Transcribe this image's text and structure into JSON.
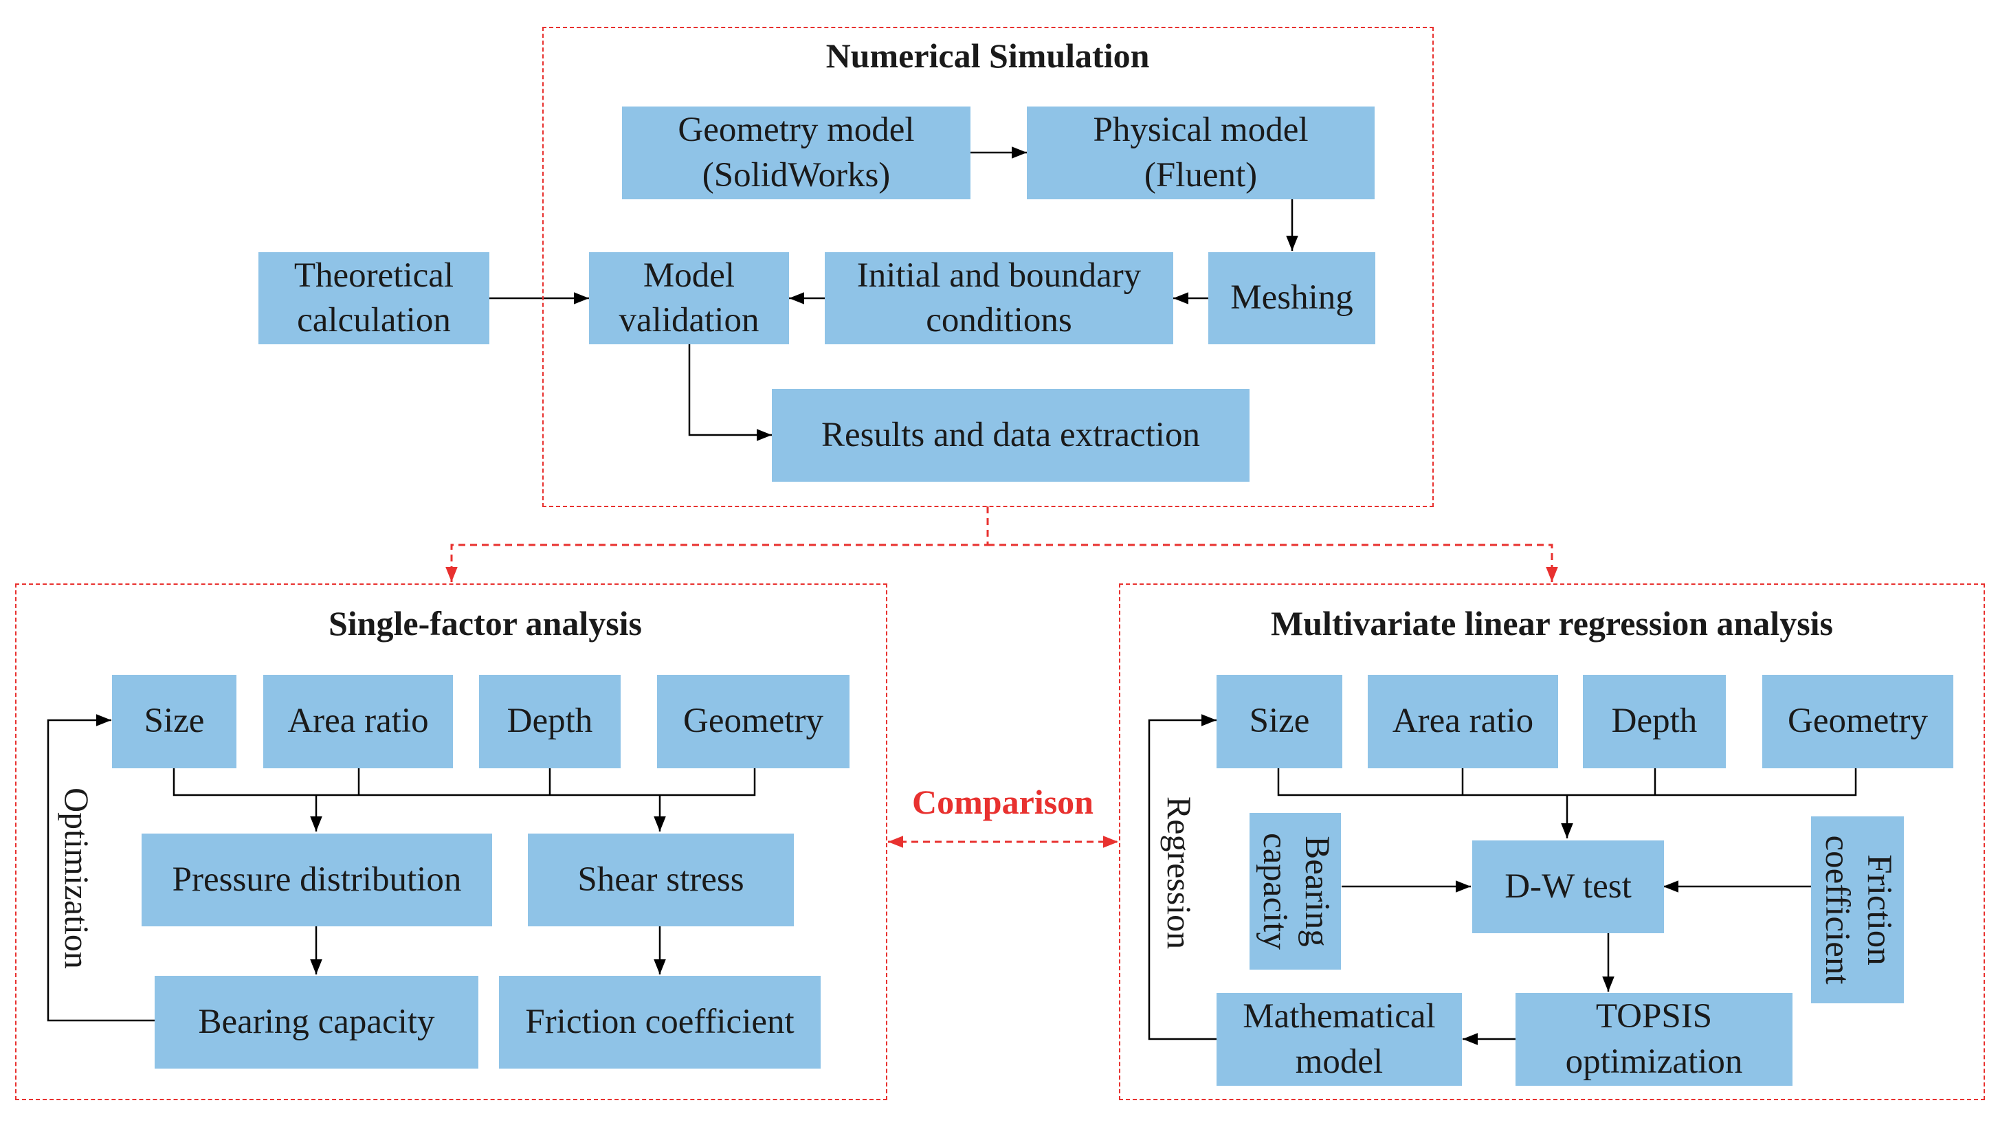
{
  "colors": {
    "box_fill": "#8fc3e7",
    "frame_dash": "#e8312f",
    "arrow": "#000000",
    "comparison_text": "#e8312f"
  },
  "numerical_simulation": {
    "title": "Numerical Simulation",
    "geometry_model": [
      "Geometry model",
      "(SolidWorks)"
    ],
    "physical_model": [
      "Physical model",
      "(Fluent)"
    ],
    "meshing": "Meshing",
    "initial_boundary": [
      "Initial and boundary",
      "conditions"
    ],
    "model_validation": [
      "Model",
      "validation"
    ],
    "results_extraction": "Results and data extraction"
  },
  "theoretical_calculation": [
    "Theoretical",
    "calculation"
  ],
  "comparison_label": "Comparison",
  "single_factor": {
    "title": "Single-factor analysis",
    "factors": [
      "Size",
      "Area ratio",
      "Depth",
      "Geometry"
    ],
    "pressure_distribution": "Pressure distribution",
    "shear_stress": "Shear stress",
    "bearing_capacity": "Bearing capacity",
    "friction_coefficient": "Friction coefficient",
    "loop_label": "Optimization"
  },
  "multivariate": {
    "title": "Multivariate linear regression analysis",
    "factors": [
      "Size",
      "Area ratio",
      "Depth",
      "Geometry"
    ],
    "dw_test": "D-W test",
    "bearing_capacity": [
      "Bearing",
      "capacity"
    ],
    "friction_coefficient": [
      "Friction",
      "coefficient"
    ],
    "topsis": [
      "TOPSIS",
      "optimization"
    ],
    "mathematical_model": [
      "Mathematical",
      "model"
    ],
    "loop_label": "Regression"
  }
}
